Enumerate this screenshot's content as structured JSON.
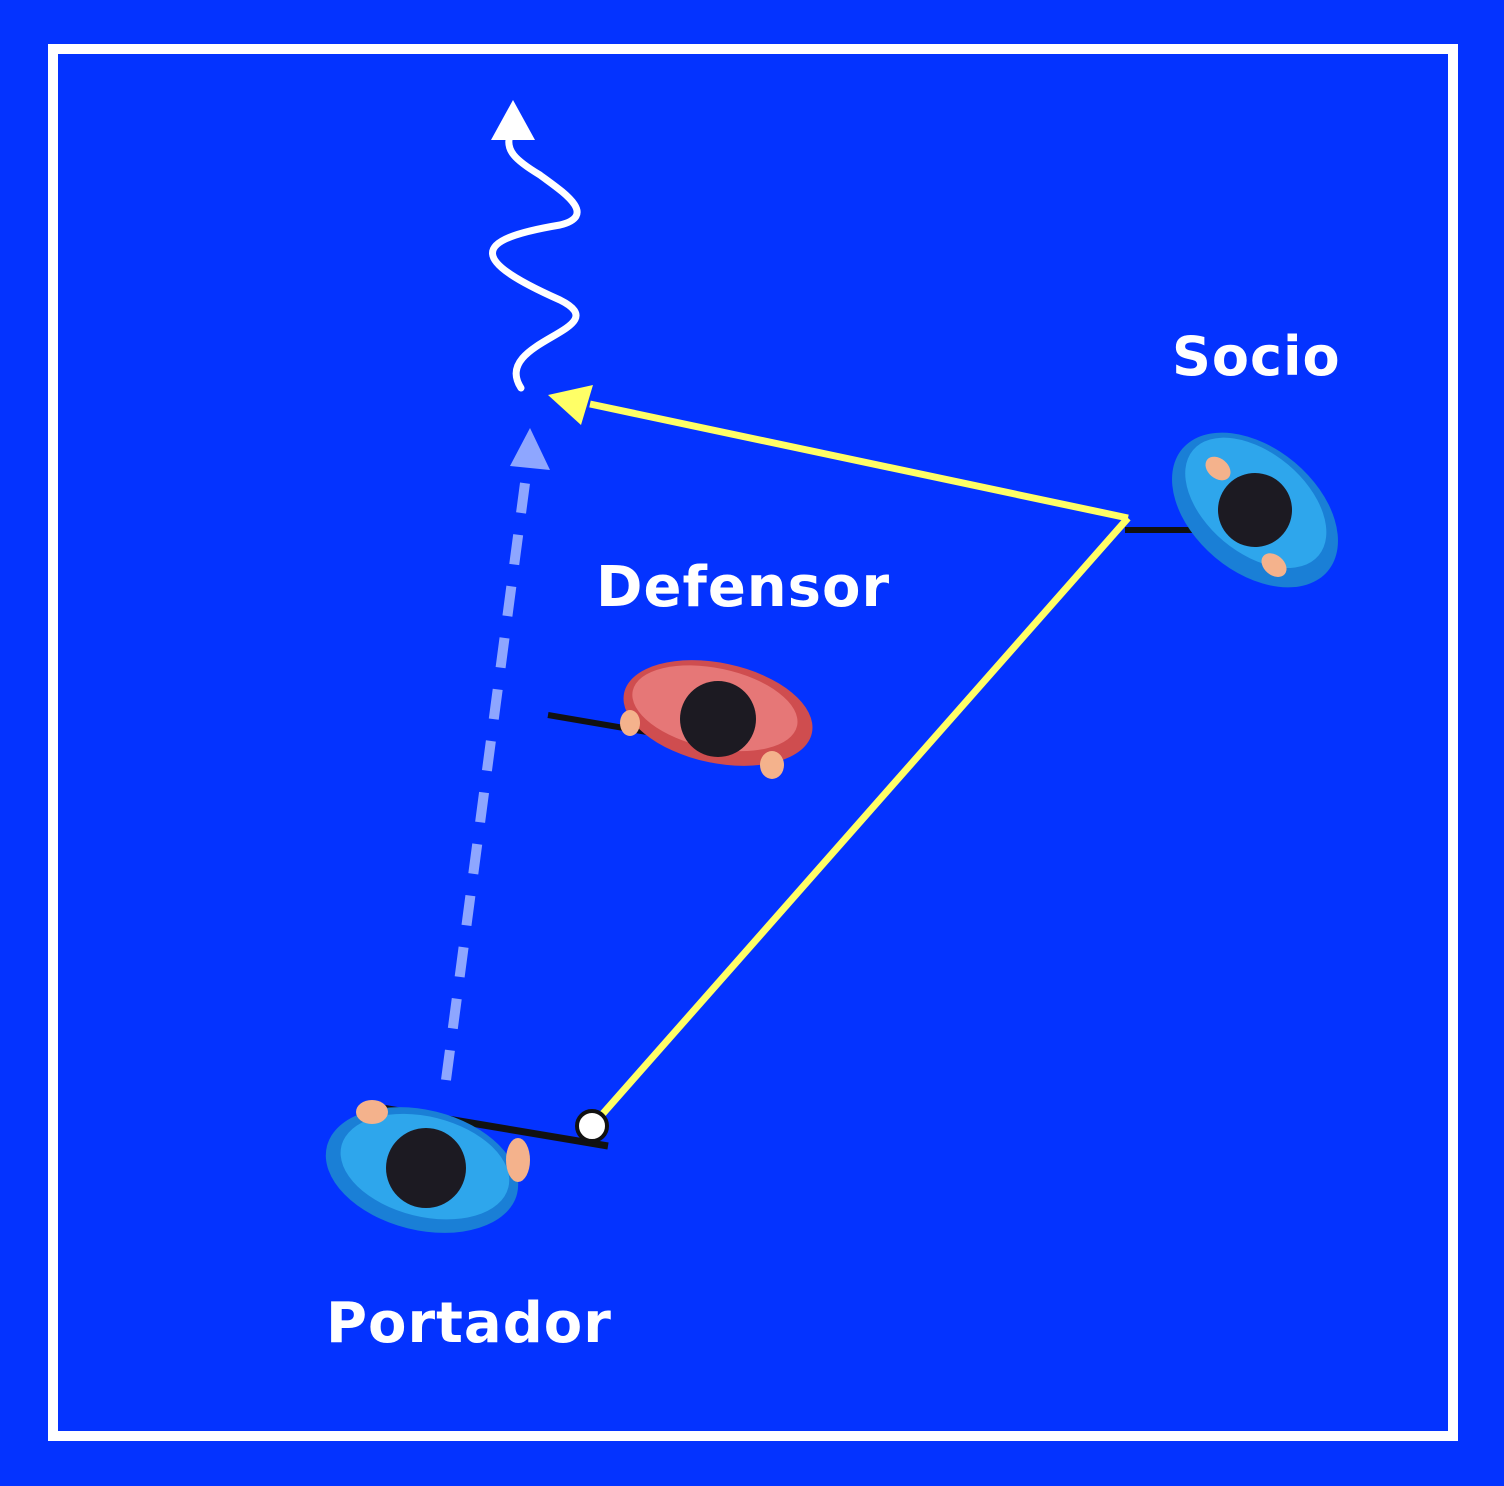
{
  "labels": {
    "socio": "Socio",
    "defensor": "Defensor",
    "portador": "Portador"
  },
  "colors": {
    "field": "#0433ff",
    "boundary": "#ffffff",
    "pass_line": "#ffff66",
    "run_path": "#8ea6ff",
    "dribble_path": "#ffffff",
    "attacker_jersey": "#1f9be8",
    "defender_jersey": "#e06a6a",
    "hair": "#1c1a22",
    "skin": "#f4b28c",
    "ball": "#ffffff"
  },
  "icons": {
    "player_attacker": "player-topview-icon",
    "player_defender": "player-topview-icon",
    "ball": "ball-icon"
  }
}
